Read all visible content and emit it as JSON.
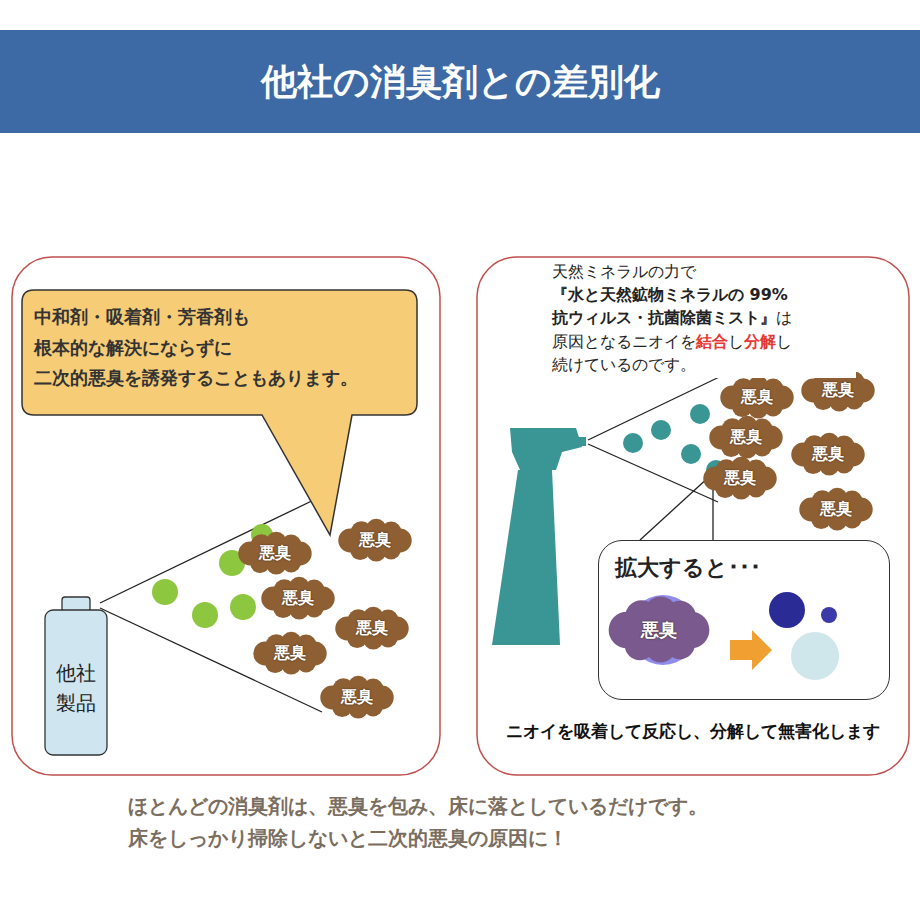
{
  "diagram": {
    "title": "他社の消臭剤との差別化",
    "caption": "ほとんどの消臭剤は、悪臭を包み、床に落としているだけです。 床をしっかり掃除しないと二次的悪臭の原因に！",
    "nodes": [
      {
        "text": [
          "中和剤・吸着剤・芳香剤も 根本的な解決にならずに 二次的悪臭を誘発することもあります。"
        ]
      },
      {
        "text": [
          "悪臭"
        ]
      },
      {
        "text": [
          "悪臭"
        ]
      },
      {
        "text": [
          "悪臭"
        ]
      },
      {
        "text": [
          "悪臭"
        ]
      },
      {
        "text": [
          "悪臭"
        ]
      },
      {
        "text": [
          "悪臭"
        ]
      },
      {
        "text": [
          "他社 製品"
        ]
      },
      {
        "text": [
          "悪臭"
        ]
      },
      {
        "text": [
          "悪臭"
        ]
      },
      {
        "text": [
          "悪臭"
        ]
      },
      {
        "text": [
          "悪臭"
        ]
      },
      {
        "text": [
          "悪臭"
        ]
      },
      {
        "text": [
          "悪臭"
        ]
      },
      {
        "text": [
          "拡大すると･･･"
        ]
      },
      {
        "text": [
          "悪臭"
        ],
        "in": 14
      }
    ],
    "labels": [
      "天然ミネラルの力で",
      "『水と天然鉱物ミネラルの 99%抗ウィルス・抗菌除菌ミスト』",
      "は",
      "原因となるニオイを",
      "結合",
      "し",
      "分解",
      "し 続けているのです。",
      "ニオイを吸着して反応し、分解して無害化します"
    ]
  }
}
